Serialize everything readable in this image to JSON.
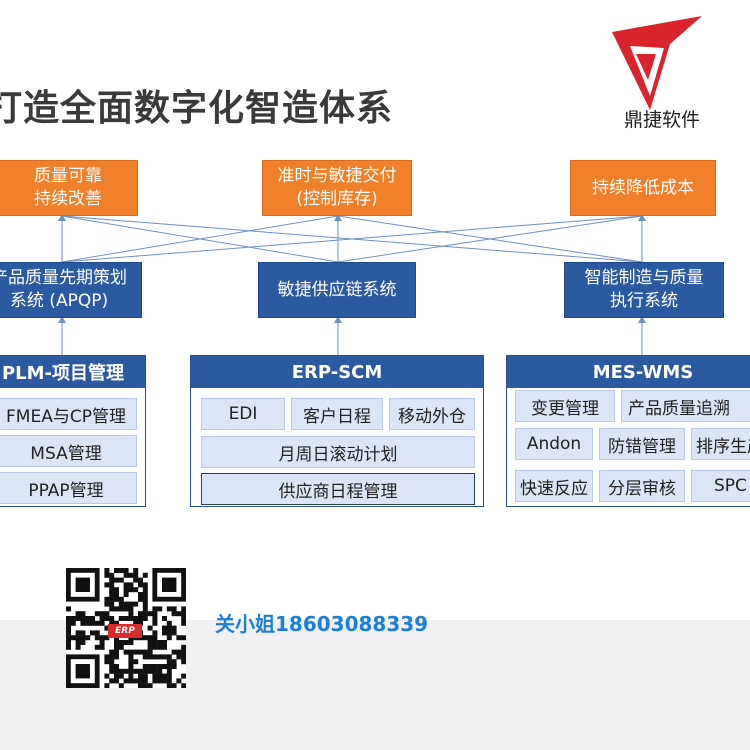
{
  "title": "打造全面数字化智造体系",
  "brand": {
    "name": "鼎捷软件",
    "color": "#d9232d"
  },
  "colors": {
    "goal": "#f07f2a",
    "system": "#2c5aa0",
    "cell": "#dbe5f5",
    "contact": "#1e7fd6"
  },
  "goals": [
    {
      "text": "质量可靠\n持续改善"
    },
    {
      "text": "准时与敏捷交付\n(控制库存)"
    },
    {
      "text": "持续降低成本"
    }
  ],
  "systems": [
    {
      "text": "产品质量先期策划\n系统 (APQP)"
    },
    {
      "text": "敏捷供应链系统"
    },
    {
      "text": "智能制造与质量\n执行系统"
    }
  ],
  "modules": {
    "plm": {
      "title": "PLM-项目管理",
      "items": [
        "FMEA与CP管理",
        "MSA管理",
        "PPAP管理"
      ]
    },
    "erp": {
      "title": "ERP-SCM",
      "items": [
        "EDI",
        "客户日程",
        "移动外仓",
        "月周日滚动计划",
        "供应商日程管理"
      ]
    },
    "mes": {
      "title": "MES-WMS",
      "items": [
        "变更管理",
        "产品质量追溯",
        "Andon",
        "防错管理",
        "排序生产",
        "快速反应",
        "分层审核",
        "SPC"
      ]
    }
  },
  "qr": {
    "badge": "ERP"
  },
  "contact": "关小姐18603088339"
}
